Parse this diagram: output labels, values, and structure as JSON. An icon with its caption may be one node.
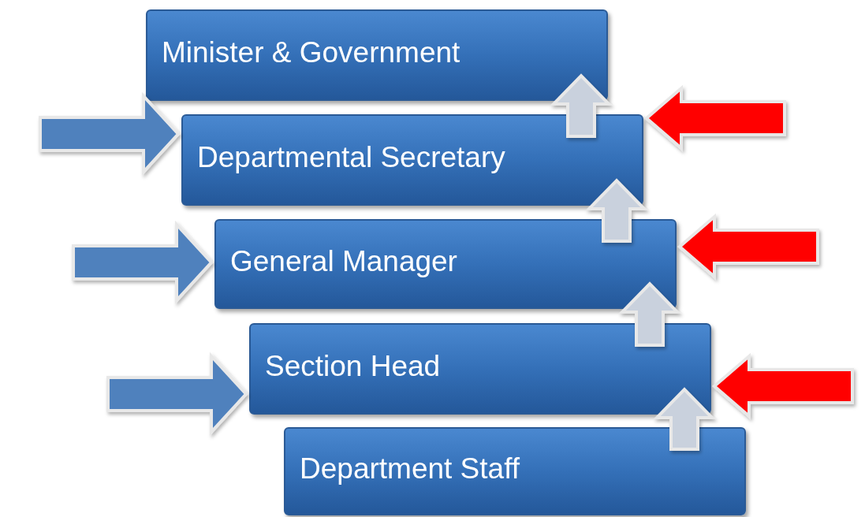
{
  "diagram": {
    "nodes": [
      {
        "text": [
          "Minister & Government"
        ]
      },
      {
        "text": [
          "Departmental Secretary"
        ]
      },
      {
        "text": [
          "General Manager"
        ]
      },
      {
        "text": [
          "Section Head"
        ]
      },
      {
        "text": [
          "Department Staff"
        ]
      }
    ],
    "edges": [
      {
        "from": 1,
        "to": 0,
        "arrow": "to",
        "color": "#c9d1dd"
      },
      {
        "from": 2,
        "to": 1,
        "arrow": "to",
        "color": "#c9d1dd"
      },
      {
        "from": 3,
        "to": 2,
        "arrow": "to",
        "color": "#c9d1dd"
      },
      {
        "from": 4,
        "to": 3,
        "arrow": "to",
        "color": "#c9d1dd"
      },
      {
        "from": null,
        "to": 1,
        "arrow": "to",
        "color": "#4f81bd"
      },
      {
        "from": null,
        "to": 2,
        "arrow": "to",
        "color": "#4f81bd"
      },
      {
        "from": null,
        "to": 3,
        "arrow": "to",
        "color": "#4f81bd"
      },
      {
        "from": null,
        "to": 1,
        "arrow": "to",
        "color": "#ff0000"
      },
      {
        "from": null,
        "to": 2,
        "arrow": "to",
        "color": "#ff0000"
      },
      {
        "from": null,
        "to": 3,
        "arrow": "to",
        "color": "#ff0000"
      }
    ]
  }
}
